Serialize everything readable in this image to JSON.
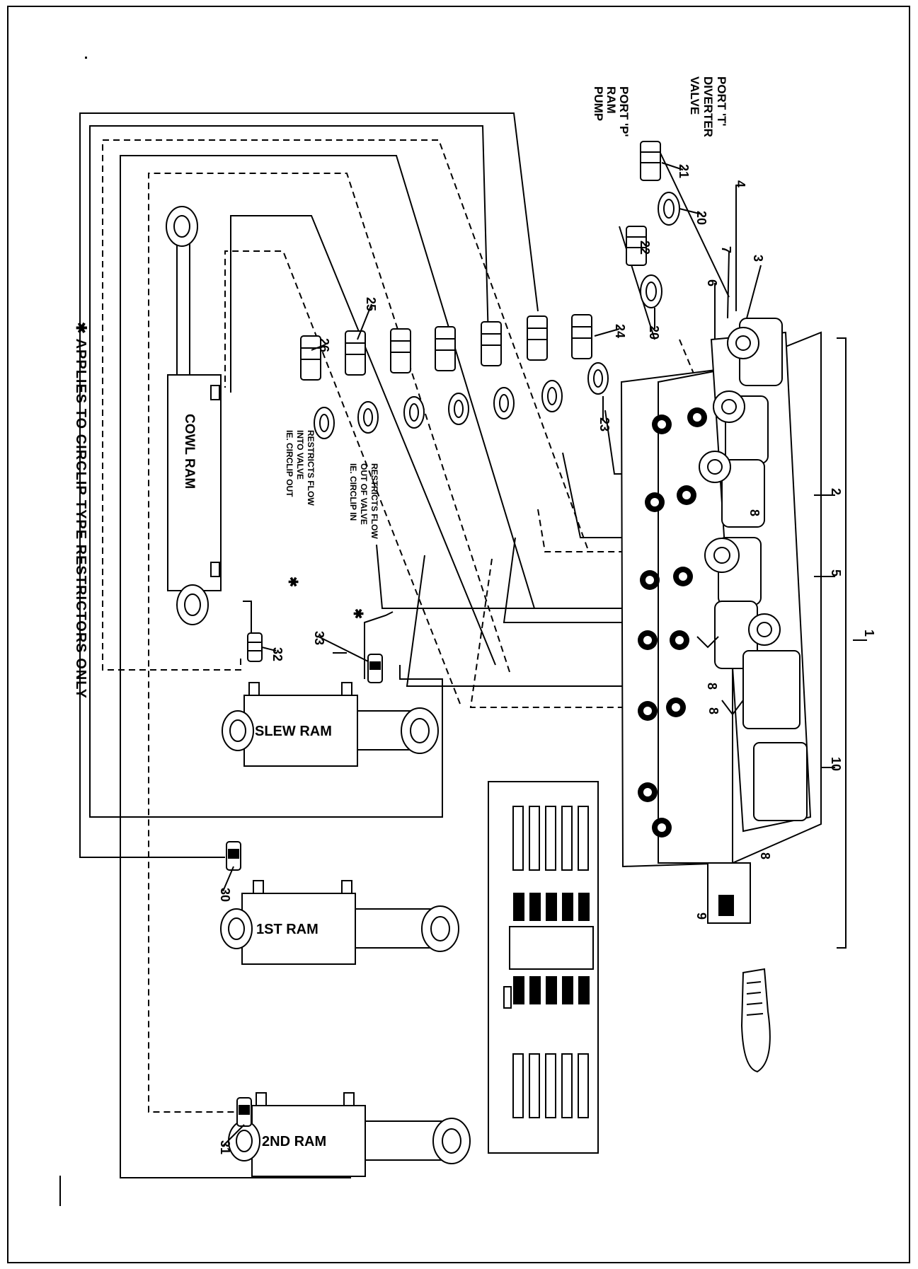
{
  "labels": {
    "port_t": "PORT 'T'",
    "diverter": "DIVERTER",
    "valve": "VALVE",
    "port_p": "PORT 'P'",
    "ram": "RAM",
    "pump": "PUMP"
  },
  "rams": {
    "cowl": "COWL RAM",
    "slew": "SLEW RAM",
    "first": "1ST RAM",
    "second": "2ND RAM"
  },
  "annotations": {
    "restrict_out_1": "RESTRICTS FLOW",
    "restrict_out_2": "OUT OF VALVE",
    "restrict_out_3": "IE. CIRCLIP IN",
    "restrict_in_1": "RESTRICTS FLOW",
    "restrict_in_2": "INTO VALVE",
    "restrict_in_3": "IE. CIRCLIP OUT",
    "asterisk": "✱"
  },
  "footnote": "✱ APPLIES TO CIRCLIP TYPE RESTRICTORS ONLY",
  "callouts": {
    "n1": "1",
    "n2": "2",
    "n3": "3",
    "n4": "4",
    "n5": "5",
    "n6": "6",
    "n7": "7",
    "n8": "8",
    "n9": "9",
    "n10": "10",
    "n20": "20",
    "n21": "21",
    "n22": "22",
    "n23": "23",
    "n24": "24",
    "n25": "25",
    "n26": "26",
    "n30": "30",
    "n31": "31",
    "n32": "32",
    "n33": "33"
  }
}
